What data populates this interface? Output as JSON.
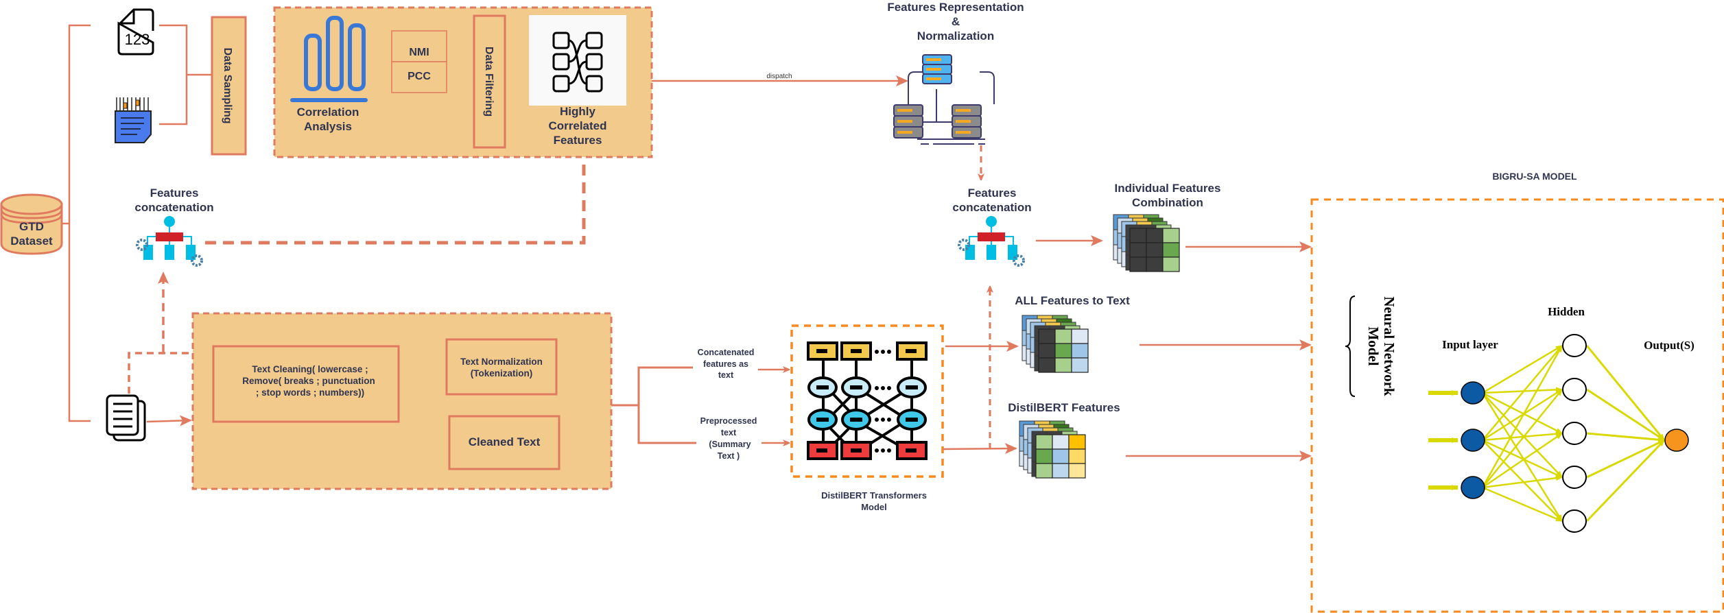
{
  "colors": {
    "panel_fill": "#f2cb8c",
    "stroke": "#e07a5f",
    "dash_orange": "#f78a1e",
    "text": "#2f3450",
    "nn_edge": "#d9d900",
    "input_node": "#0b5aa3",
    "output_node": "#f7941d"
  },
  "dataset": {
    "label_line1": "GTD",
    "label_line2": "Dataset"
  },
  "sampling": {
    "label": "Data Sampling",
    "numeric_icon_text": "123"
  },
  "correlation_panel": {
    "analysis_line1": "Correlation",
    "analysis_line2": "Analysis",
    "metrics": [
      "NMI",
      "PCC"
    ],
    "filtering": "Data Filtering",
    "highly_line1": "Highly",
    "highly_line2": "Correlated",
    "highly_line3": "Features"
  },
  "dispatch_label": "dispatch",
  "representation": {
    "line1": "Features Representation",
    "line2": "&",
    "line3": "Normalization"
  },
  "concat_left": {
    "line1": "Features",
    "line2": "concatenation"
  },
  "concat_right": {
    "line1": "Features",
    "line2": "concatenation"
  },
  "text_panel": {
    "cleaning_line1": "Text Cleaning( lowercase ;",
    "cleaning_line2": "Remove( breaks ; punctuation",
    "cleaning_line3": ";  stop words ; numbers))",
    "normalization_line1": "Text Normalization",
    "normalization_line2": "(Tokenization)",
    "cleaned": "Cleaned Text"
  },
  "branch_labels": {
    "concat_line1": "Concatenated",
    "concat_line2": "features as",
    "concat_line3": "text",
    "prep_line1": "Preprocessed",
    "prep_line2": "text",
    "prep_line3": "(Summary",
    "prep_line4": "Text )"
  },
  "distilbert": {
    "line1": "DistilBERT  Transformers",
    "line2": "Model"
  },
  "feature_sets": {
    "individual_line1": "Individual Features",
    "individual_line2": "Combination",
    "all_text": "ALL Features to Text",
    "distil": "DistilBERT Features"
  },
  "bigru": {
    "title": "BIGRU-SA MODEL",
    "nn_line1": "Neural Network",
    "nn_line2": "Model",
    "input_layer": "Input layer",
    "hidden": "Hidden",
    "output": "Output(S)",
    "input_nodes": 3,
    "hidden_nodes": 5,
    "output_nodes": 1
  }
}
